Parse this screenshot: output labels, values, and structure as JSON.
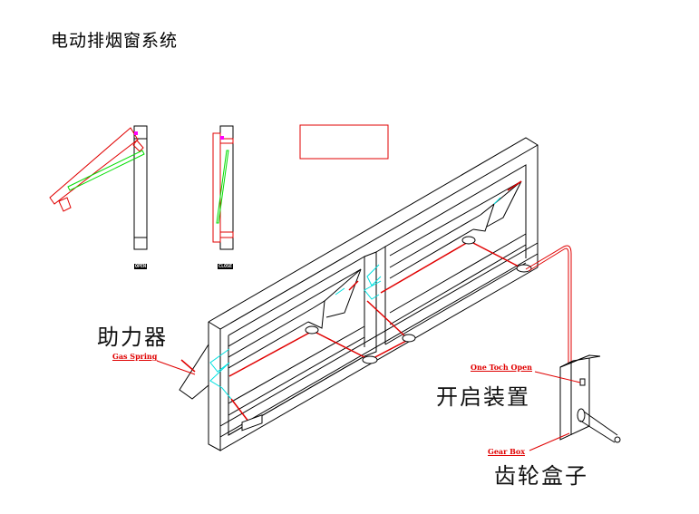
{
  "title": "电动排烟窗系统",
  "colors": {
    "frame": "#000000",
    "linkage": "#e00000",
    "gas_spring": "#00e0e0",
    "strut": "#00dd00",
    "pivot": "#ff00ff"
  },
  "detail_views": {
    "open_label": "OPEN",
    "close_label": "CLOSE"
  },
  "labels": {
    "gas_spring_cn": "助力器",
    "gas_spring_en": "Gas Spring",
    "opener_cn": "开启装置",
    "opener_en": "One Toch Open",
    "gearbox_cn": "齿轮盒子",
    "gearbox_en": "Gear Box"
  }
}
